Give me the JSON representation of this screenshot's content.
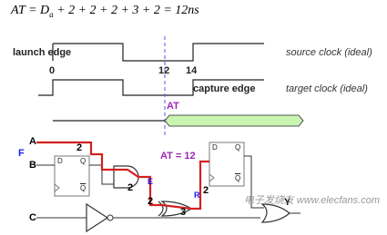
{
  "formula": {
    "lhs": "AT = D",
    "sub": "a",
    "rhs": " + 2 + 2 + 2 + 3 + 2 = 12ns"
  },
  "waveforms": {
    "launch_label": "launch edge",
    "source_label": "source clock (ideal)",
    "tick_0": "0",
    "tick_12": "12",
    "tick_14": "14",
    "capture_label": "capture edge",
    "target_label": "target clock (ideal)",
    "at_label": "AT"
  },
  "circuit": {
    "input_a": "A",
    "input_b": "B",
    "input_c": "C",
    "marker_f": "F",
    "marker_e": "E",
    "marker_r": "R",
    "delay_1": "2",
    "delay_2": "2",
    "delay_3": "2",
    "delay_4": "3",
    "delay_5": "2",
    "at_result": "AT = 12",
    "output_y": "Y",
    "ff_d": "D",
    "ff_q": "Q",
    "ff_qbar": "Q"
  },
  "watermark": "电子发烧友 www.elecfans.com",
  "colors": {
    "path_red": "#d42020",
    "at_purple": "#9b26b6",
    "marker_blue": "#1a1aff",
    "at_bar_green": "#c8f5b0",
    "cursor_blue": "#5555ee"
  }
}
